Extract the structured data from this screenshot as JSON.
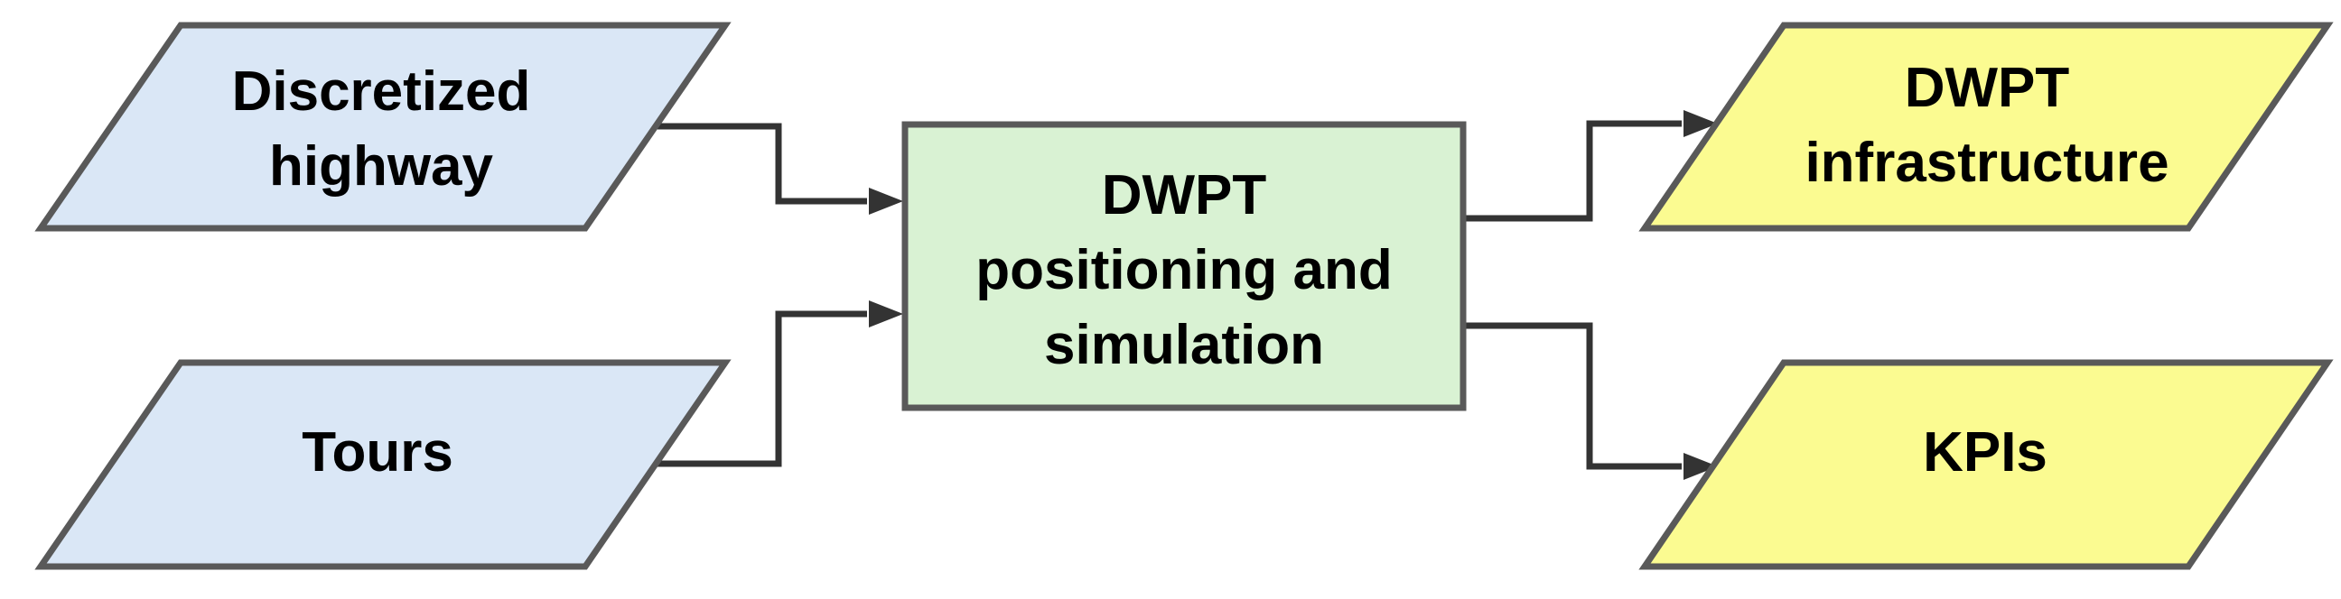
{
  "inputs": {
    "highway": {
      "line1": "Discretized",
      "line2": "highway"
    },
    "tours": {
      "line1": "Tours"
    }
  },
  "process": {
    "line1": "DWPT",
    "line2": "positioning and",
    "line3": "simulation"
  },
  "outputs": {
    "infrastructure": {
      "line1": "DWPT",
      "line2": "infrastructure"
    },
    "kpis": {
      "line1": "KPIs"
    }
  },
  "colors": {
    "input_fill": "#dae7f6",
    "process_fill": "#d9f2d3",
    "output_fill": "#fbfb91",
    "stroke": "#595959",
    "arrow": "#333333"
  }
}
